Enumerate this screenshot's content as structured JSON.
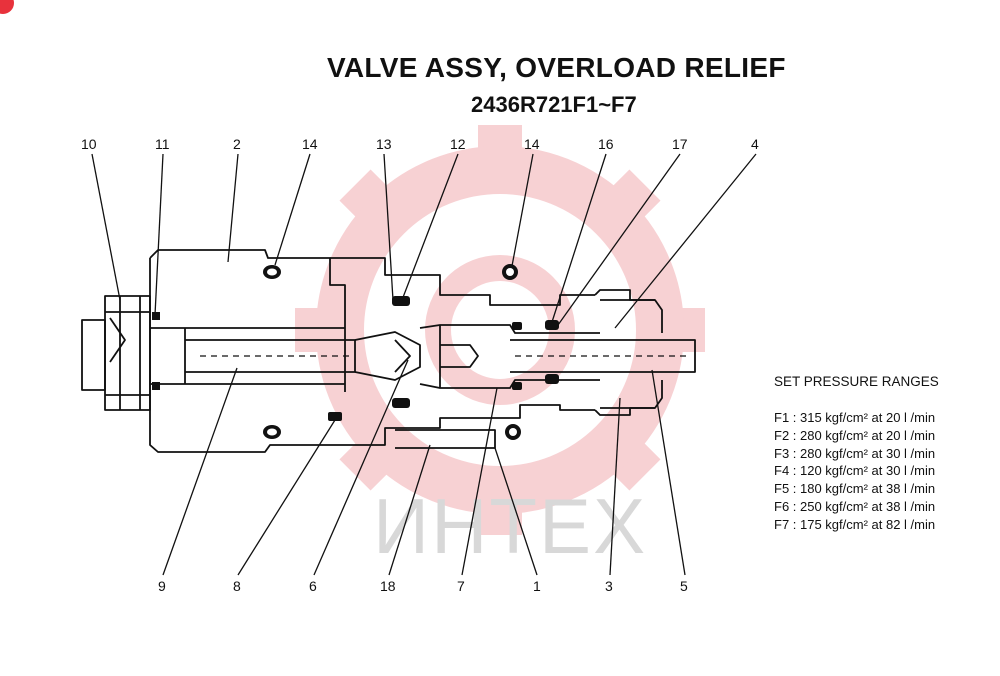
{
  "title": "VALVE ASSY, OVERLOAD RELIEF",
  "subtitle": "2436R721F1~F7",
  "watermark": "ИНТЕХ",
  "colors": {
    "watermark_gear": "#f6c9cc",
    "ink": "#111111",
    "badge": "#e8323c"
  },
  "callouts": {
    "top": [
      "10",
      "11",
      "2",
      "14",
      "13",
      "12",
      "14",
      "16",
      "17",
      "4"
    ],
    "bottom": [
      "9",
      "8",
      "6",
      "18",
      "7",
      "1",
      "3",
      "5"
    ]
  },
  "set_pressure": {
    "heading": "SET PRESSURE RANGES",
    "rows": [
      "F1 : 315 kgf/cm² at 20 l /min",
      "F2 : 280 kgf/cm² at 20 l /min",
      "F3 : 280 kgf/cm² at 30 l /min",
      "F4 : 120 kgf/cm² at 30 l /min",
      "F5 : 180 kgf/cm² at 38 l /min",
      "F6 : 250 kgf/cm² at 38 l /min",
      "F7 : 175 kgf/cm² at 82 l /min"
    ]
  }
}
